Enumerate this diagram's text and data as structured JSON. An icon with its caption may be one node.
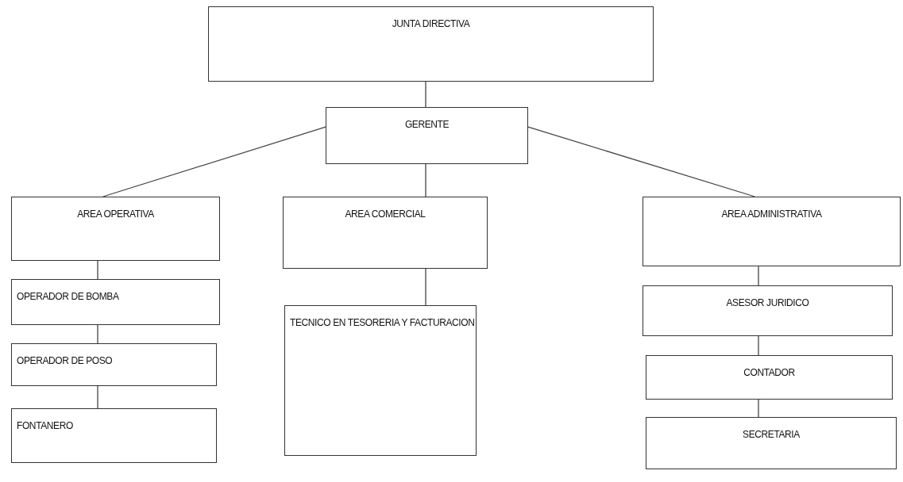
{
  "diagram": {
    "nodes": [
      {
        "text": [
          "JUNTA DIRECTIVA"
        ]
      },
      {
        "text": [
          "GERENTE"
        ]
      },
      {
        "text": [
          "AREA OPERATIVA"
        ]
      },
      {
        "text": [
          "AREA COMERCIAL"
        ]
      },
      {
        "text": [
          "AREA ADMINISTRATIVA"
        ]
      },
      {
        "text": [
          "OPERADOR DE BOMBA"
        ]
      },
      {
        "text": [
          "OPERADOR DE POSO"
        ]
      },
      {
        "text": [
          "FONTANERO"
        ]
      },
      {
        "text": [
          "TECNICO EN TESORERIA Y FACTURACION"
        ]
      },
      {
        "text": [
          "ASESOR JURIDICO"
        ]
      },
      {
        "text": [
          "CONTADOR"
        ]
      },
      {
        "text": [
          "SECRETARIA"
        ]
      }
    ],
    "edges": [
      {
        "from": 0,
        "to": 1,
        "arrow": "none"
      },
      {
        "from": 1,
        "to": 2,
        "arrow": "none"
      },
      {
        "from": 1,
        "to": 3,
        "arrow": "none"
      },
      {
        "from": 1,
        "to": 4,
        "arrow": "none"
      },
      {
        "from": 2,
        "to": 5,
        "arrow": "none"
      },
      {
        "from": 5,
        "to": 6,
        "arrow": "none"
      },
      {
        "from": 6,
        "to": 7,
        "arrow": "none"
      },
      {
        "from": 3,
        "to": 8,
        "arrow": "none"
      },
      {
        "from": 4,
        "to": 9,
        "arrow": "none"
      },
      {
        "from": 9,
        "to": 10,
        "arrow": "none"
      },
      {
        "from": 10,
        "to": 11,
        "arrow": "none"
      }
    ]
  }
}
